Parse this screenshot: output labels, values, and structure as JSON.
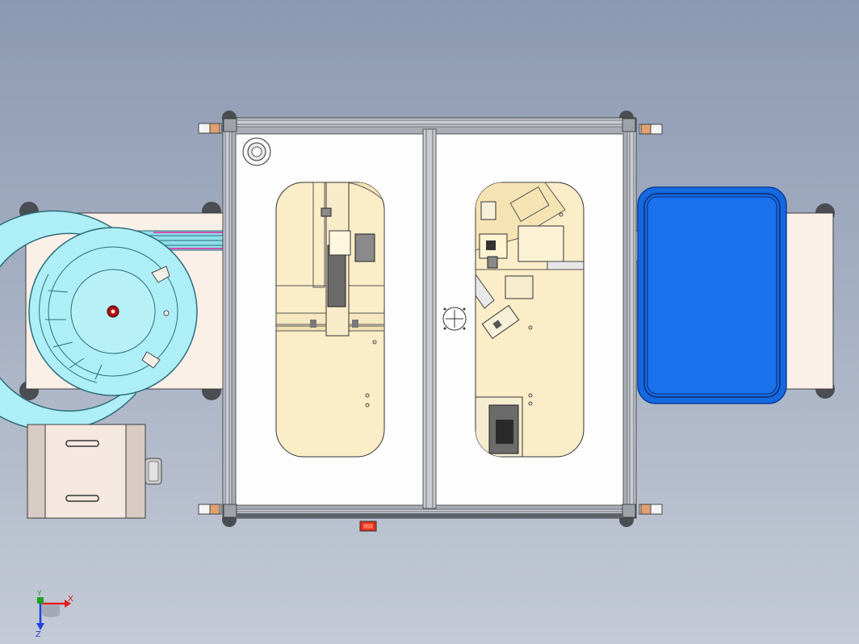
{
  "viewport": {
    "background_top": "#8b99b2",
    "background_bottom": "#c4cad6"
  },
  "triad": {
    "x_label": "X",
    "y_label": "Y",
    "z_label": "Z",
    "x_color": "#e02020",
    "y_color": "#20a020",
    "z_color": "#2040e0"
  },
  "colors": {
    "frame": "#c8cbd0",
    "frame_dark": "#6d7178",
    "panel": "#fdfdfd",
    "window_fill": "#fbedc7",
    "bowl": "#aeeef6",
    "bowl_edge": "#2d6d7a",
    "tray": "#1569e0",
    "tray_edge": "#0b3f9e",
    "base": "#fbf0e8",
    "box": "#f4e8e0",
    "bracket": "#e0a070",
    "track": "#8edfe9",
    "stop_button": "#e23020"
  }
}
